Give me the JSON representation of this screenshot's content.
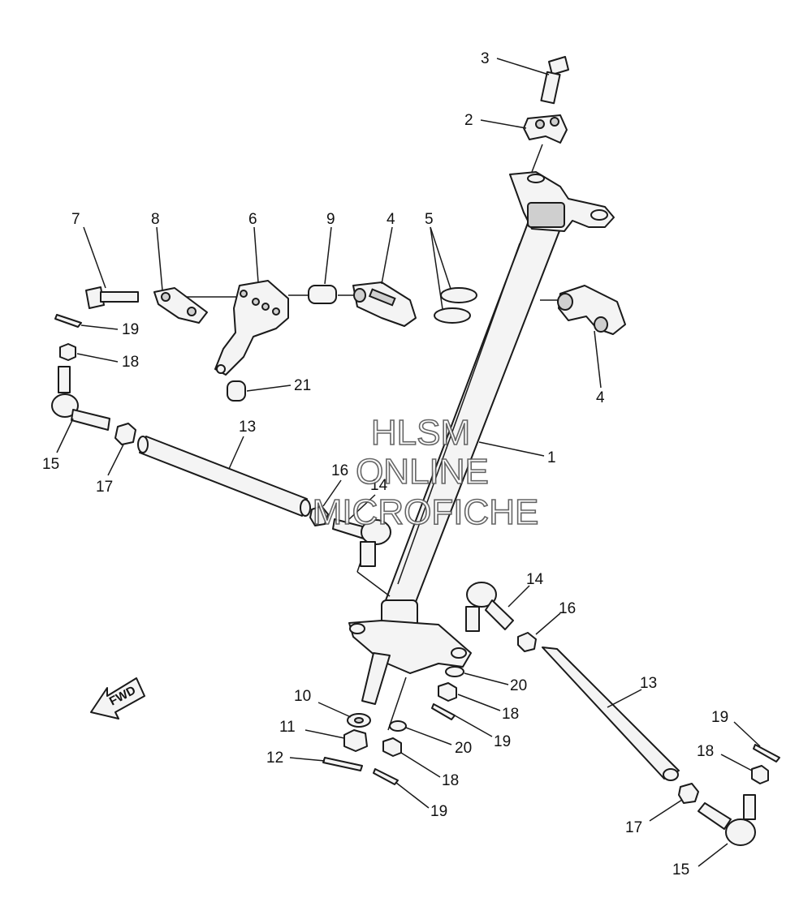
{
  "callouts": [
    {
      "id": "c3",
      "label": "3"
    },
    {
      "id": "c2",
      "label": "2"
    },
    {
      "id": "c7",
      "label": "7"
    },
    {
      "id": "c8",
      "label": "8"
    },
    {
      "id": "c6",
      "label": "6"
    },
    {
      "id": "c9",
      "label": "9"
    },
    {
      "id": "c4a",
      "label": "4"
    },
    {
      "id": "c5",
      "label": "5"
    },
    {
      "id": "c4b",
      "label": "4"
    },
    {
      "id": "c19a",
      "label": "19"
    },
    {
      "id": "c18a",
      "label": "18"
    },
    {
      "id": "c21",
      "label": "21"
    },
    {
      "id": "c13a",
      "label": "13"
    },
    {
      "id": "c1",
      "label": "1"
    },
    {
      "id": "c15a",
      "label": "15"
    },
    {
      "id": "c17a",
      "label": "17"
    },
    {
      "id": "c16a",
      "label": "16"
    },
    {
      "id": "c14a",
      "label": "14"
    },
    {
      "id": "c14b",
      "label": "14"
    },
    {
      "id": "c16b",
      "label": "16"
    },
    {
      "id": "c13b",
      "label": "13"
    },
    {
      "id": "c20a",
      "label": "20"
    },
    {
      "id": "c10",
      "label": "10"
    },
    {
      "id": "c18b",
      "label": "18"
    },
    {
      "id": "c11",
      "label": "11"
    },
    {
      "id": "c19b",
      "label": "19"
    },
    {
      "id": "c20b",
      "label": "20"
    },
    {
      "id": "c12",
      "label": "12"
    },
    {
      "id": "c18c",
      "label": "18"
    },
    {
      "id": "c19c",
      "label": "19"
    },
    {
      "id": "c18d",
      "label": "18"
    },
    {
      "id": "c19d",
      "label": "19"
    },
    {
      "id": "c17b",
      "label": "17"
    },
    {
      "id": "c15b",
      "label": "15"
    }
  ],
  "watermark": {
    "line1": "HLSM",
    "line2": "ONLINE",
    "line3": "MICROFICHE"
  },
  "fwd_label": "FWD"
}
